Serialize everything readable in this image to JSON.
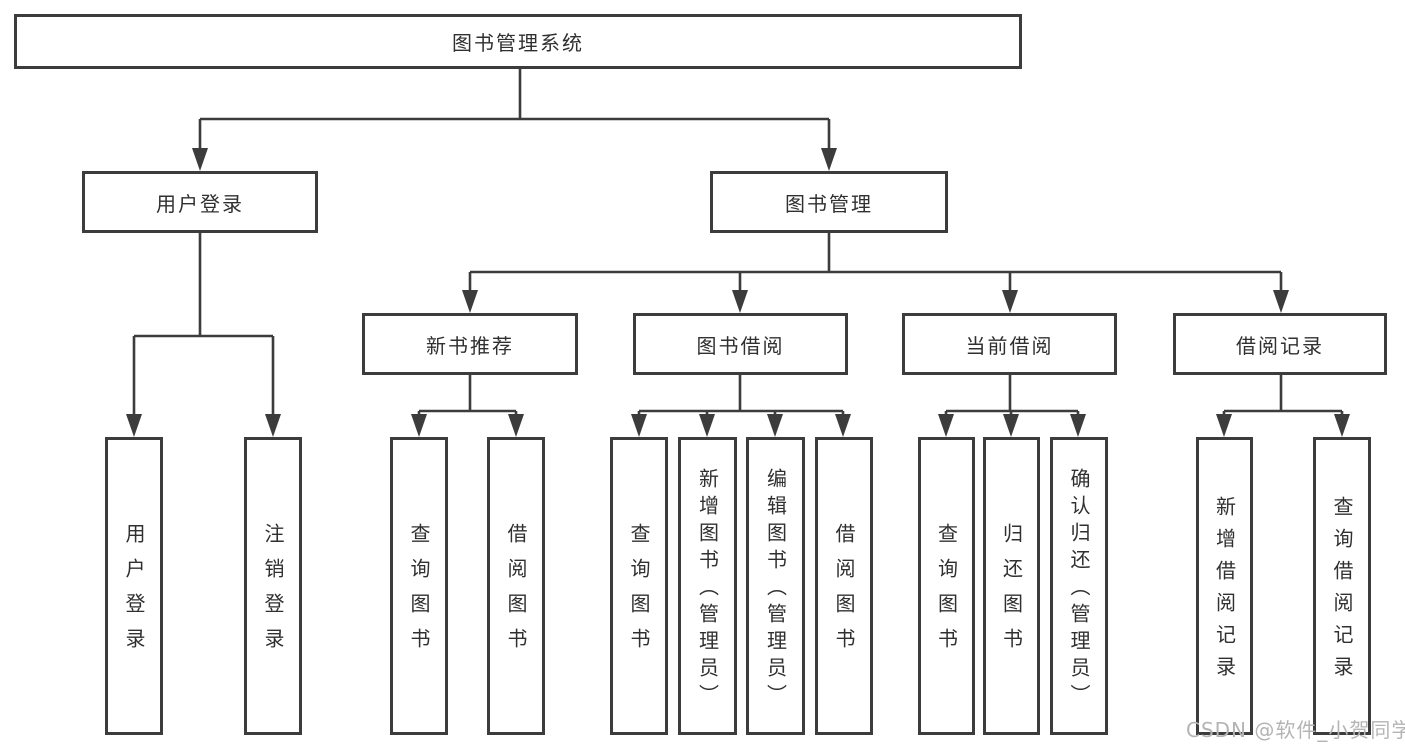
{
  "colors": {
    "line": "#3c3c3c",
    "box_border": "#3c3c3c",
    "text": "#303030",
    "watermark": "#b4b4b4",
    "background": "#ffffff"
  },
  "watermark": {
    "text": "CSDN @软件_小贺同学"
  },
  "diagram": {
    "root": {
      "label": "图书管理系统"
    },
    "branches": [
      {
        "label": "用户登录",
        "children": [
          {
            "label": "用户登录"
          },
          {
            "label": "注销登录"
          }
        ]
      },
      {
        "label": "图书管理",
        "children": [
          {
            "label": "新书推荐",
            "children": [
              {
                "label": "查询图书"
              },
              {
                "label": "借阅图书"
              }
            ]
          },
          {
            "label": "图书借阅",
            "children": [
              {
                "label": "查询图书"
              },
              {
                "label": "新增图书（管理员）"
              },
              {
                "label": "编辑图书（管理员）"
              },
              {
                "label": "借阅图书"
              }
            ]
          },
          {
            "label": "当前借阅",
            "children": [
              {
                "label": "查询图书"
              },
              {
                "label": "归还图书"
              },
              {
                "label": "确认归还（管理员）"
              }
            ]
          },
          {
            "label": "借阅记录",
            "children": [
              {
                "label": "新增借阅记录"
              },
              {
                "label": "查询借阅记录"
              }
            ]
          }
        ]
      }
    ]
  }
}
